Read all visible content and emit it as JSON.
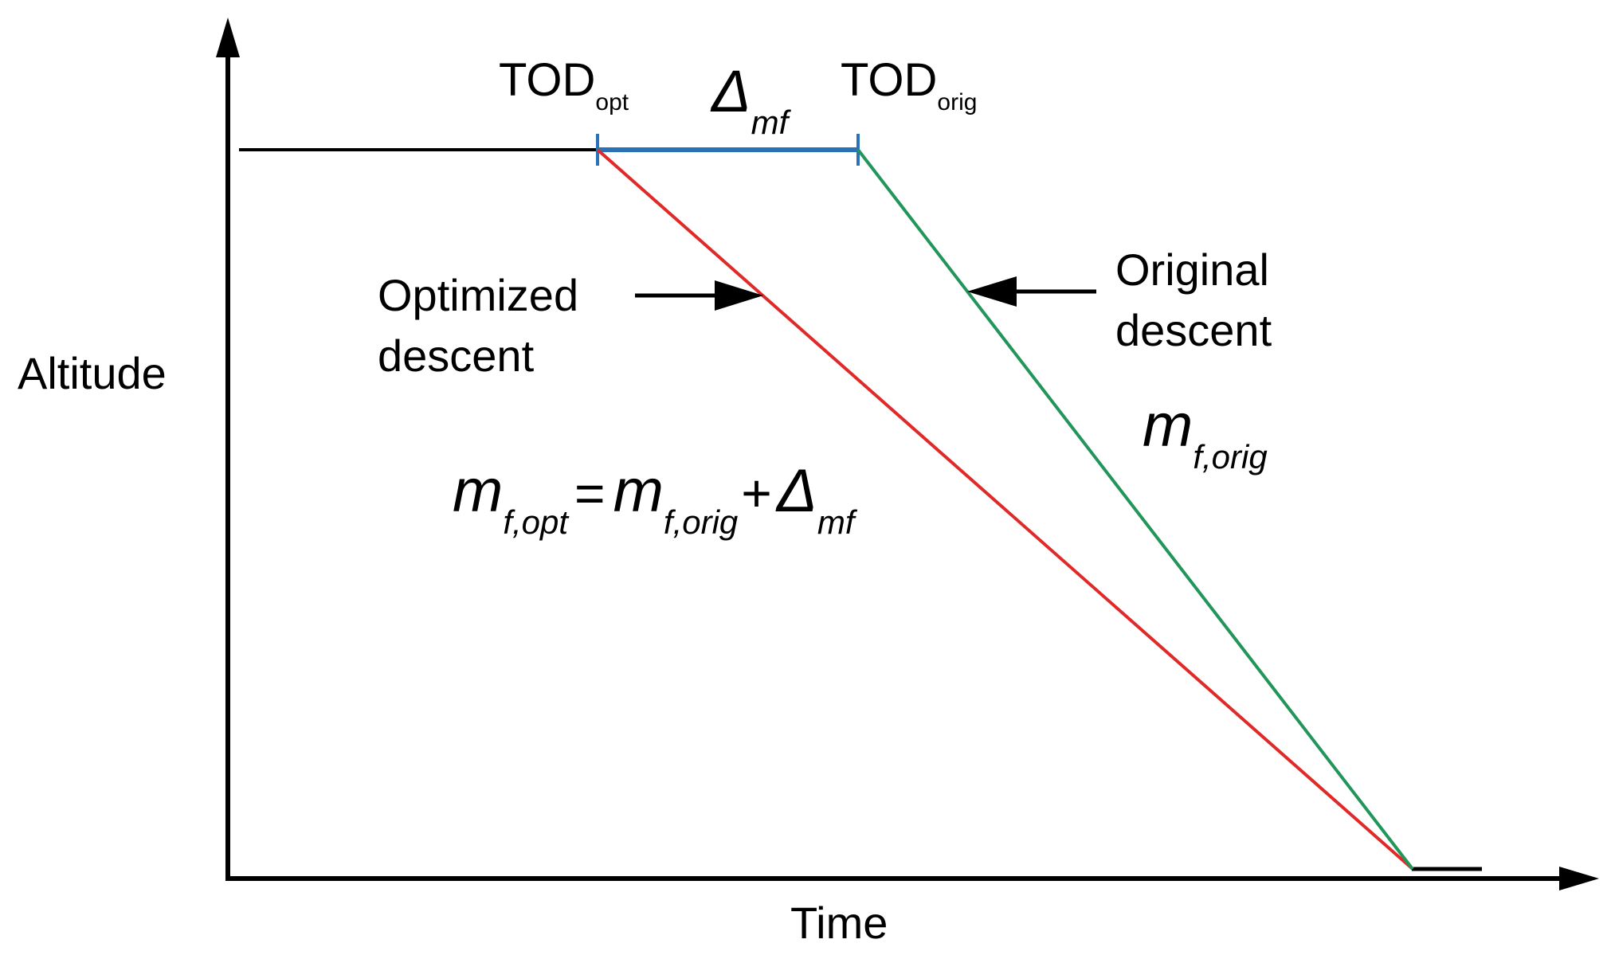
{
  "axes": {
    "y_label": "Altitude",
    "x_label": "Time"
  },
  "points": {
    "tod_opt": {
      "main": "TOD",
      "sub": "opt"
    },
    "tod_orig": {
      "main": "TOD",
      "sub": "orig"
    },
    "delta": {
      "main": "Δ",
      "sub": "mf"
    }
  },
  "paths": {
    "optimized": {
      "label_line1": "Optimized",
      "label_line2": "descent"
    },
    "original": {
      "label_line1": "Original",
      "label_line2": "descent"
    }
  },
  "equations": {
    "original_mass": {
      "m": "m",
      "sub": "f,orig"
    },
    "optimized_mass": {
      "m1": "m",
      "sub1": "f,opt",
      "eq": "=",
      "m2": "m",
      "sub2": "f,orig",
      "plus": "+",
      "delta": "Δ",
      "sub3": "mf"
    }
  },
  "colors": {
    "axis": "#000000",
    "cruise": "#000000",
    "delta_bracket": "#2a72b8",
    "optimized_descent": "#e02a2a",
    "original_descent": "#22955a"
  }
}
